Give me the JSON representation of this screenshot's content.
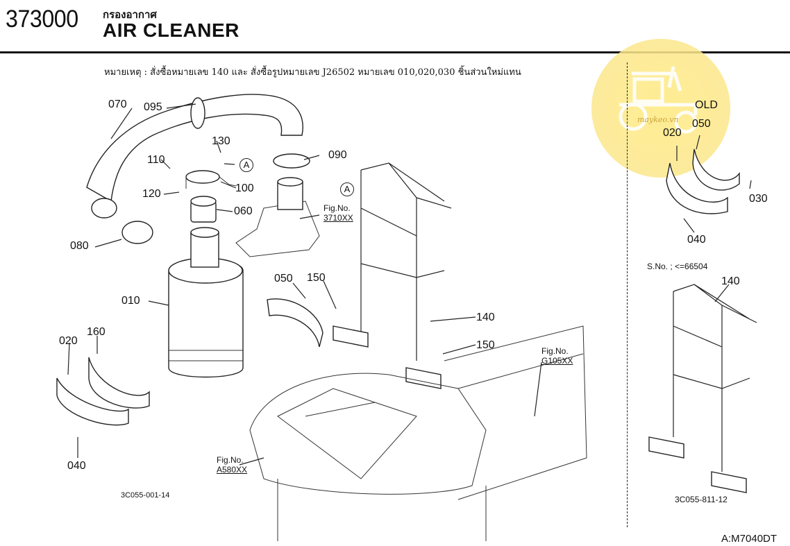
{
  "header": {
    "part_code": "373000",
    "title_thai": "กรองอากาศ",
    "title_en": "AIR CLEANER"
  },
  "note": "หมายเหตุ : สั่งซื้อหมายเลข 140 และ สั่งซื้อรูปหมายเลข J26502 หมายเลข 010,020,030 ชิ้นส่วนใหม่แทน",
  "main_diagram": {
    "labels": {
      "p070": "070",
      "p095": "095",
      "p130": "130",
      "p110": "110",
      "pA1": "A",
      "p090": "090",
      "p120": "120",
      "p100": "100",
      "p060": "060",
      "pA2": "A",
      "p080": "080",
      "p050": "050",
      "p150a": "150",
      "p010": "010",
      "p140": "140",
      "p150b": "150",
      "p160": "160",
      "p020": "020",
      "p040": "040"
    },
    "fig_refs": {
      "f3710_a": "Fig.No.",
      "f3710_b": "3710XX",
      "fG105_a": "Fig.No.",
      "fG105_b": "G105XX",
      "fA580_a": "Fig.No.",
      "fA580_b": "A580XX"
    },
    "drawing_id": "3C055-001-14"
  },
  "side_diagram": {
    "old_label": "OLD",
    "labels": {
      "p020": "020",
      "p050": "050",
      "p030": "030",
      "p040": "040",
      "p140": "140"
    },
    "serial_note": "S.No. ; <=66504",
    "drawing_id": "3C055-811-12"
  },
  "watermark": {
    "text": "maykeo.vn"
  },
  "footer": {
    "model_ref": "A:M7040DT"
  },
  "colors": {
    "watermark_fill": "#fce88c",
    "line": "#222222"
  }
}
